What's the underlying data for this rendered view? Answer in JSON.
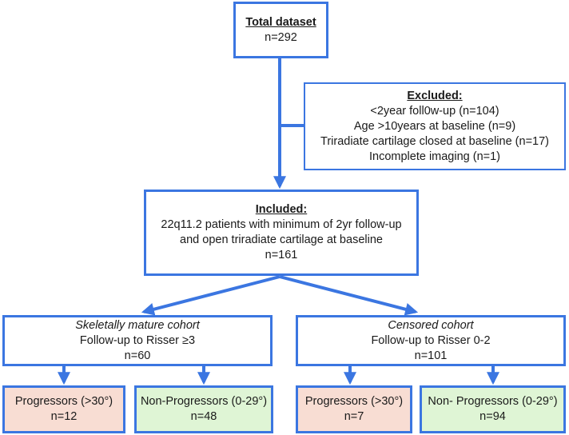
{
  "total": {
    "title": "Total dataset",
    "count": "n=292"
  },
  "excluded": {
    "title": "Excluded:",
    "reasons": [
      "<2year foll0w-up (n=104)",
      "Age >10years at baseline (n=9)",
      "Triradiate cartilage closed at baseline (n=17)",
      "Incomplete imaging (n=1)"
    ]
  },
  "included": {
    "title": "Included:",
    "lines": [
      "22q11.2 patients with minimum of 2yr follow-up",
      "and open triradiate cartilage at baseline"
    ],
    "count": "n=161"
  },
  "cohorts": [
    {
      "name": "Skeletally mature cohort",
      "followup": "Follow-up to Risser ≥3",
      "count": "n=60",
      "progressors": {
        "label": "Progressors (>30°)",
        "count": "n=12"
      },
      "non_progressors": {
        "label": "Non-Progressors (0-29°)",
        "count": "n=48"
      }
    },
    {
      "name": "Censored cohort",
      "followup": "Follow-up to Risser 0-2",
      "count": "n=101",
      "progressors": {
        "label": "Progressors (>30°)",
        "count": "n=7"
      },
      "non_progressors": {
        "label": "Non- Progressors (0-29°)",
        "count": "n=94"
      }
    }
  ],
  "colors": {
    "border": "#3b76e1",
    "progressor_fill": "#f8ddd3",
    "non_progressor_fill": "#dff5d5"
  }
}
